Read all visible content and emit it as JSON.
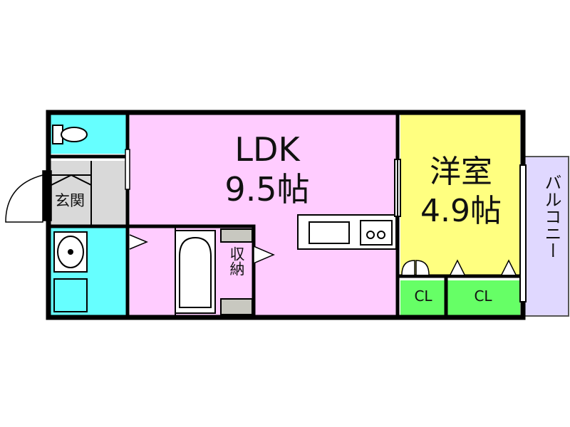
{
  "rooms": {
    "ldk_name": "LDK",
    "ldk_size": "9.5帖",
    "western_name": "洋室",
    "western_size": "4.9帖",
    "entrance": "玄関",
    "storage": "収納",
    "closet_1": "CL",
    "closet_2": "CL",
    "balcony": "バルコニー"
  },
  "colors": {
    "wall": "#000000",
    "ldk": "#ffccff",
    "western": "#ffff80",
    "wet_area": "#66ffff",
    "entrance": "#d9d9d9",
    "closet": "#66ff66",
    "balcony": "#e0d8ff",
    "storage_shelf": "#c8c8c0"
  }
}
